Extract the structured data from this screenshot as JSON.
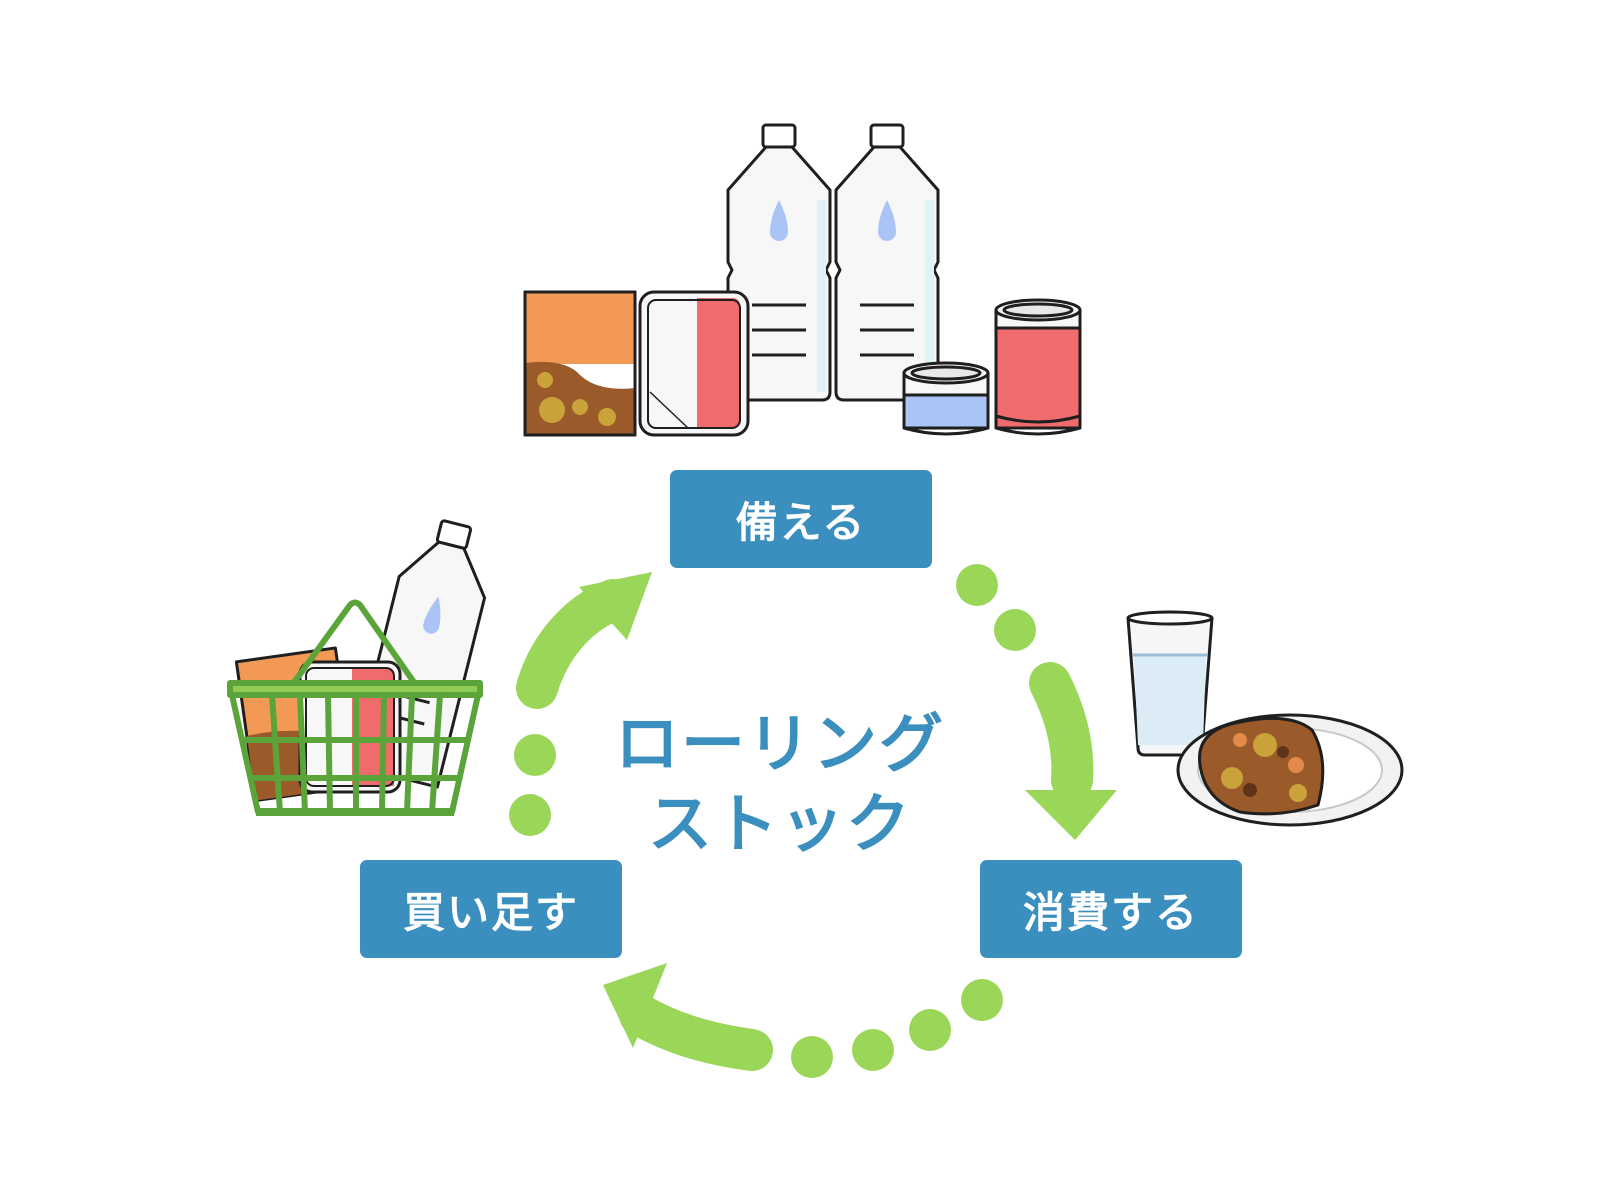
{
  "title": {
    "line1": "ローリング",
    "line2": "ストック"
  },
  "steps": [
    {
      "id": "prepare",
      "label": "備える"
    },
    {
      "id": "consume",
      "label": "消費する"
    },
    {
      "id": "restock",
      "label": "買い足す"
    }
  ],
  "colors": {
    "box": "#3a8fbf",
    "title": "#3a8fbf",
    "cycle": "#9ad758",
    "outline": "#1f1f1f",
    "orange": "#f29a55",
    "red": "#f06b6b",
    "brown": "#9a5a2a",
    "ochre": "#c9a23a",
    "water": "#a9c4f5",
    "basket": "#5aa43a"
  },
  "icons": [
    "water-bottle-icon",
    "curry-pouch-icon",
    "rice-pack-icon",
    "small-can-icon",
    "large-can-icon",
    "shopping-basket-icon",
    "glass-of-water-icon",
    "curry-plate-icon"
  ]
}
